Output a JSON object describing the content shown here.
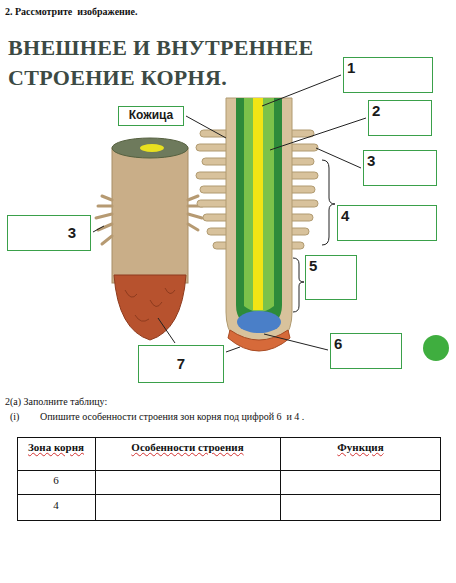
{
  "diagram": {
    "title": "ВНЕШНЕЕ И ВНУТРЕННЕЕ СТРОЕНИЕ КОРНЯ.",
    "nodes": [
      {
        "text": [
          "1"
        ]
      },
      {
        "text": [
          "Кожица"
        ]
      },
      {
        "text": [
          "2"
        ]
      },
      {
        "text": [
          "3"
        ]
      },
      {
        "text": [
          "3"
        ]
      },
      {
        "text": [
          "4"
        ]
      },
      {
        "text": [
          "5"
        ]
      },
      {
        "text": [
          "6"
        ]
      },
      {
        "text": [
          "7"
        ]
      }
    ],
    "labels": [
      "2. Рассмотрите  изображение.",
      "2(а) Заполните таблицу:",
      "(i)",
      "Опишите особенности строения зон корня под цифрой 6  и 4 .",
      "Зона корня",
      "Особенности строения",
      "Функция",
      "6",
      "4"
    ]
  }
}
